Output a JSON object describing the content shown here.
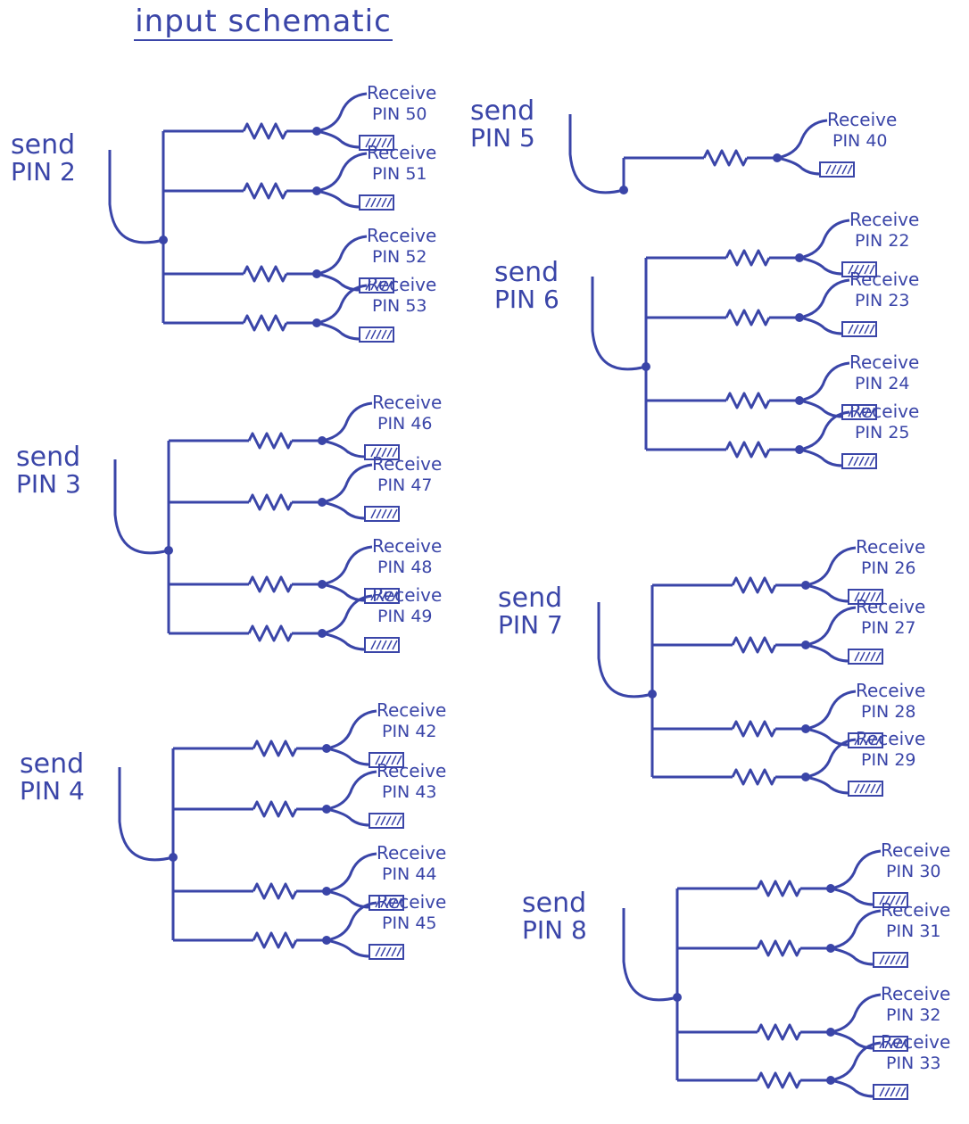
{
  "title": "input schematic",
  "ink_color": "#3a45a8",
  "groups": [
    {
      "send_line1": "send",
      "send_line2": "PIN 2",
      "receive_label": "Receive",
      "pins": [
        "PIN 50",
        "PIN 51",
        "PIN 52",
        "PIN 53"
      ]
    },
    {
      "send_line1": "send",
      "send_line2": "PIN 3",
      "receive_label": "Receive",
      "pins": [
        "PIN 46",
        "PIN 47",
        "PIN 48",
        "PIN 49"
      ]
    },
    {
      "send_line1": "send",
      "send_line2": "PIN 4",
      "receive_label": "Receive",
      "pins": [
        "PIN 42",
        "PIN 43",
        "PIN 44",
        "PIN 45"
      ]
    },
    {
      "send_line1": "send",
      "send_line2": "PIN 5",
      "receive_label": "Receive",
      "pins": [
        "PIN 40"
      ]
    },
    {
      "send_line1": "send",
      "send_line2": "PIN 6",
      "receive_label": "Receive",
      "pins": [
        "PIN 22",
        "PIN 23",
        "PIN 24",
        "PIN 25"
      ]
    },
    {
      "send_line1": "send",
      "send_line2": "PIN 7",
      "receive_label": "Receive",
      "pins": [
        "PIN 26",
        "PIN 27",
        "PIN 28",
        "PIN 29"
      ]
    },
    {
      "send_line1": "send",
      "send_line2": "PIN 8",
      "receive_label": "Receive",
      "pins": [
        "PIN 30",
        "PIN 31",
        "PIN 32",
        "PIN 33"
      ]
    }
  ]
}
